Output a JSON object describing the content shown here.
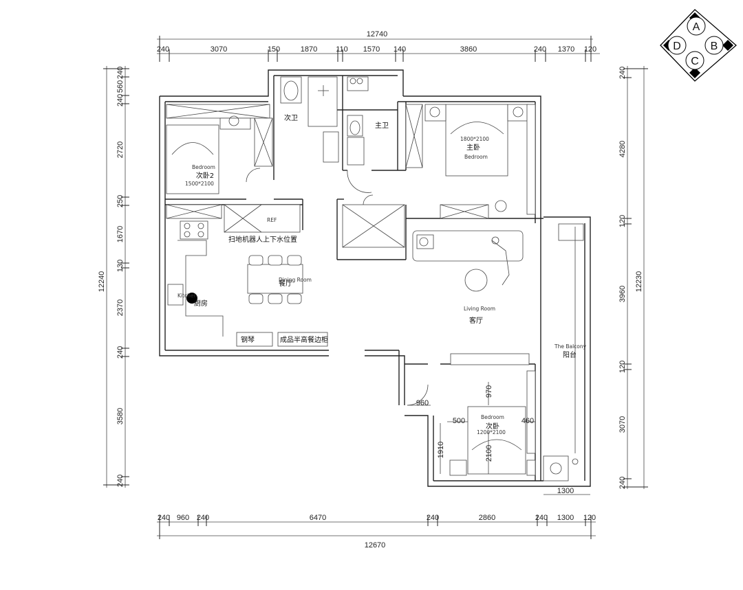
{
  "compass": {
    "a": "A",
    "b": "B",
    "c": "C",
    "d": "D"
  },
  "dims": {
    "top_total": "12740",
    "top": [
      "240",
      "3070",
      "150",
      "1870",
      "110",
      "1570",
      "140",
      "3860",
      "240",
      "1370",
      "120"
    ],
    "bottom": [
      "240",
      "960",
      "240",
      "6470",
      "240",
      "2860",
      "240",
      "1300",
      "120"
    ],
    "bottom_total": "12670",
    "left": [
      "240",
      "560",
      "240",
      "2720",
      "250",
      "1670",
      "130",
      "2370",
      "240",
      "3580",
      "240"
    ],
    "left_total": "12240",
    "right": [
      "240",
      "4280",
      "120",
      "3960",
      "120",
      "3070",
      "240"
    ],
    "right_total": "12230",
    "balcony_width": "1300",
    "bed3": {
      "w960": "960",
      "h970": "970",
      "w500": "500",
      "w460": "460",
      "h1910": "1910",
      "h2100": "2100"
    }
  },
  "rooms": {
    "bath2": "次卫",
    "master_bath": "主卫",
    "master": {
      "size": "1800*2100",
      "name": "主卧",
      "en": "Bedroom"
    },
    "bed2": {
      "en": "Bedroom",
      "name": "次卧2",
      "size": "1500*2100"
    },
    "dining": {
      "name": "餐厅",
      "en": "Dining Room"
    },
    "living": {
      "en": "Living Room",
      "name": "客厅"
    },
    "kitchen": {
      "en": "Kitchen",
      "name": "厨房"
    },
    "balcony": {
      "en": "The Balcony",
      "name": "阳台"
    },
    "bed3": {
      "en": "Bedroom",
      "name": "次卧",
      "size": "1200*2100"
    }
  },
  "notes": {
    "ref": "REF",
    "robot": "扫地机器人上下水位置",
    "piano": "钢琴",
    "sideboard": "成品半高餐边柜"
  }
}
